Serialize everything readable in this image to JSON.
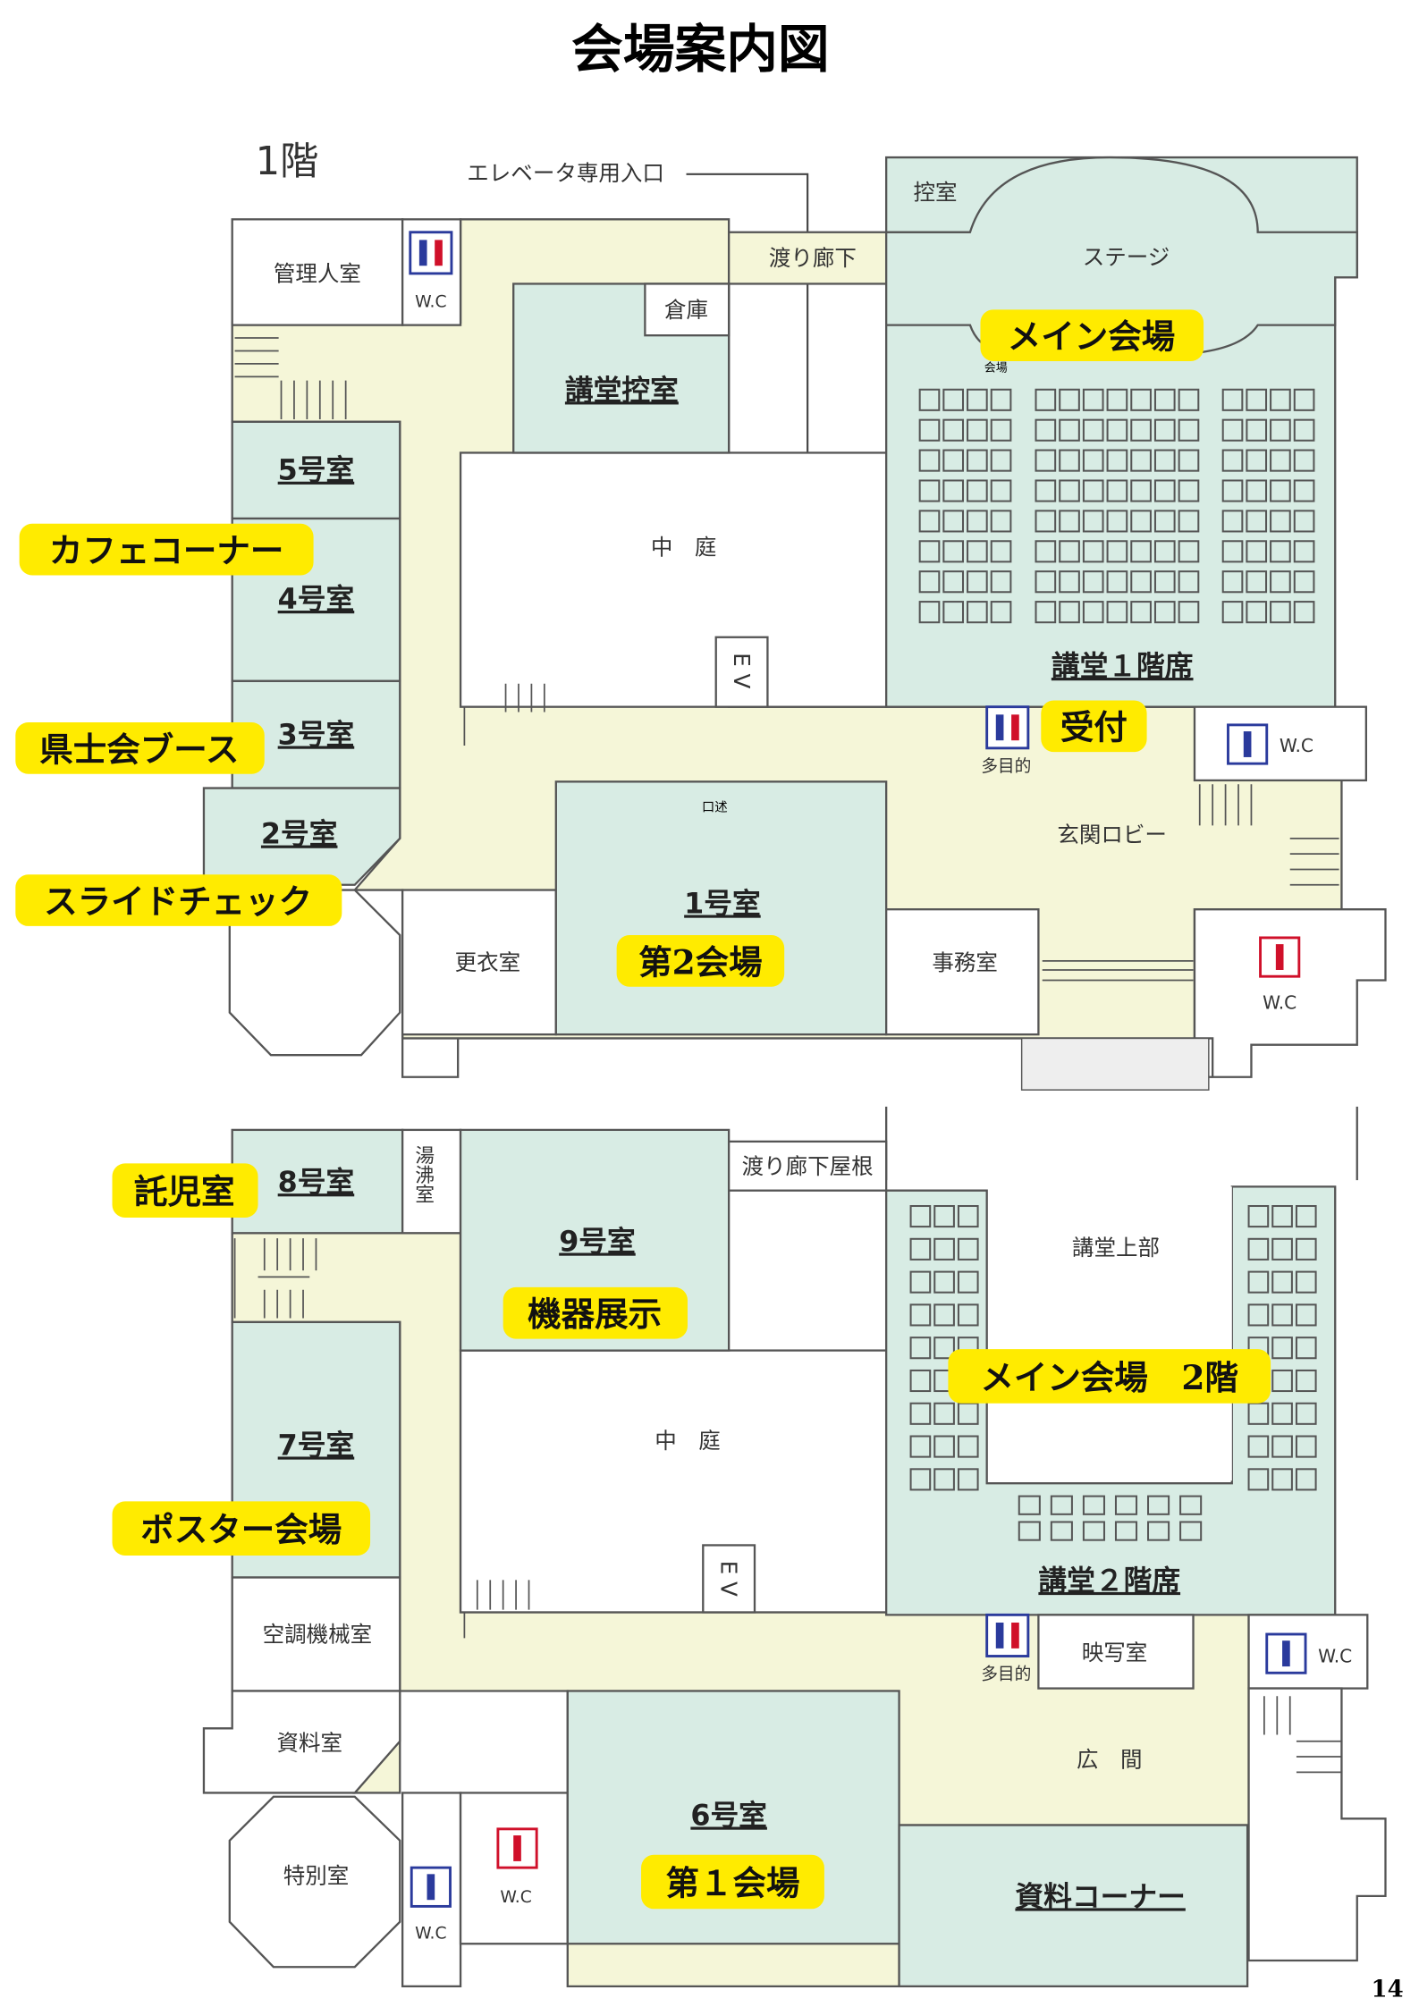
{
  "title": "会場案内図",
  "page_number": "14",
  "floor1": {
    "label": "1階",
    "elevator_entrance": "エレベータ専用入口",
    "rooms": {
      "kanri": "管理人室",
      "wc": "W.C",
      "souko": "倉庫",
      "koudou_hikae": "講堂控室",
      "watari": "渡り廊下",
      "hikae": "控室",
      "stage": "ステージ",
      "room5": "5号室",
      "room4": "4号室",
      "room3": "3号室",
      "room2": "2号室",
      "nakaniwa": "中　庭",
      "ev": "E V",
      "koudou1": "講堂１階席",
      "tamokuteki": "多目的",
      "genkan": "玄関ロビー",
      "room1": "1号室",
      "koujutsu": "口述",
      "kouishitsu": "更衣室",
      "jimushitsu": "事務室",
      "kaijo_small": "会場"
    },
    "tags": {
      "main": "メイン会場",
      "cafe": "カフェコーナー",
      "booth": "県士会ブース",
      "slide": "スライドチェック",
      "uketsuke": "受付",
      "second": "第2会場"
    }
  },
  "floor2": {
    "rooms": {
      "room8": "8号室",
      "yuwakashi": "湯沸室",
      "room9": "9号室",
      "watari_yane": "渡り廊下屋根",
      "koudou_jobu": "講堂上部",
      "nakaniwa": "中　庭",
      "room7": "7号室",
      "ev": "E V",
      "koudou2": "講堂２階席",
      "tamokuteki": "多目的",
      "eisha": "映写室",
      "wc": "W.C",
      "kucho": "空調機械室",
      "shiryo": "資料室",
      "hiroma": "広　間",
      "room6": "6号室",
      "tokubetsu": "特別室",
      "shiryo_corner": "資料コーナー"
    },
    "tags": {
      "takuji": "託児室",
      "kiki": "機器展示",
      "main2": "メイン会場　2階",
      "poster": "ポスター会場",
      "first": "第１会場"
    }
  },
  "colors": {
    "room": "#d8ece4",
    "corridor": "#f5f6d8",
    "tag": "#ffeb00",
    "male": "#2a3a9c",
    "female": "#d0102a"
  }
}
